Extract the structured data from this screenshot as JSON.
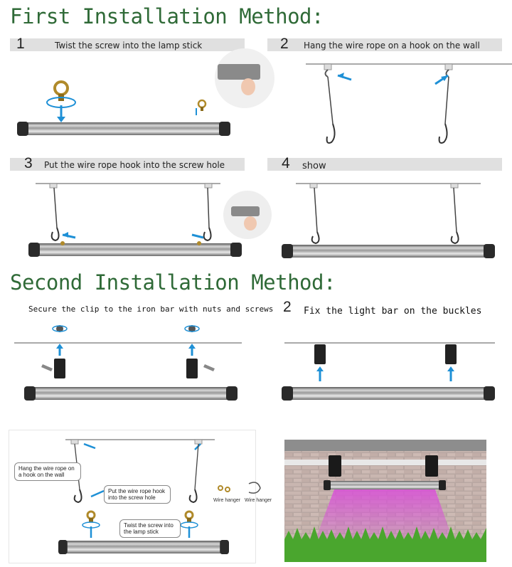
{
  "method1": {
    "title": "First Installation Method:",
    "steps": [
      {
        "num": "1",
        "text": "Twist the screw into the lamp stick"
      },
      {
        "num": "2",
        "text": "Hang the wire rope on a hook on the wall"
      },
      {
        "num": "3",
        "text": "Put the wire rope hook into the screw hole"
      },
      {
        "num": "4",
        "text": "show"
      }
    ]
  },
  "method2": {
    "title": "Second Installation Method:",
    "step1_text": "Secure the clip to the iron bar with nuts and screws",
    "step2_num": "2",
    "step2_text": "Fix the light bar on the buckles"
  },
  "diagram": {
    "callout_hang": "Hang the wire rope on a hook on the wall",
    "callout_put": "Put the wire rope hook into the screw hole",
    "callout_twist": "Twist the screw into the lamp stick",
    "label_hanger1": "Wire hanger",
    "label_hanger2": "Wire hanger"
  },
  "colors": {
    "title_green": "#2f6a37",
    "arrow_blue": "#1e90d6",
    "grow_light": "#d94fd8"
  }
}
